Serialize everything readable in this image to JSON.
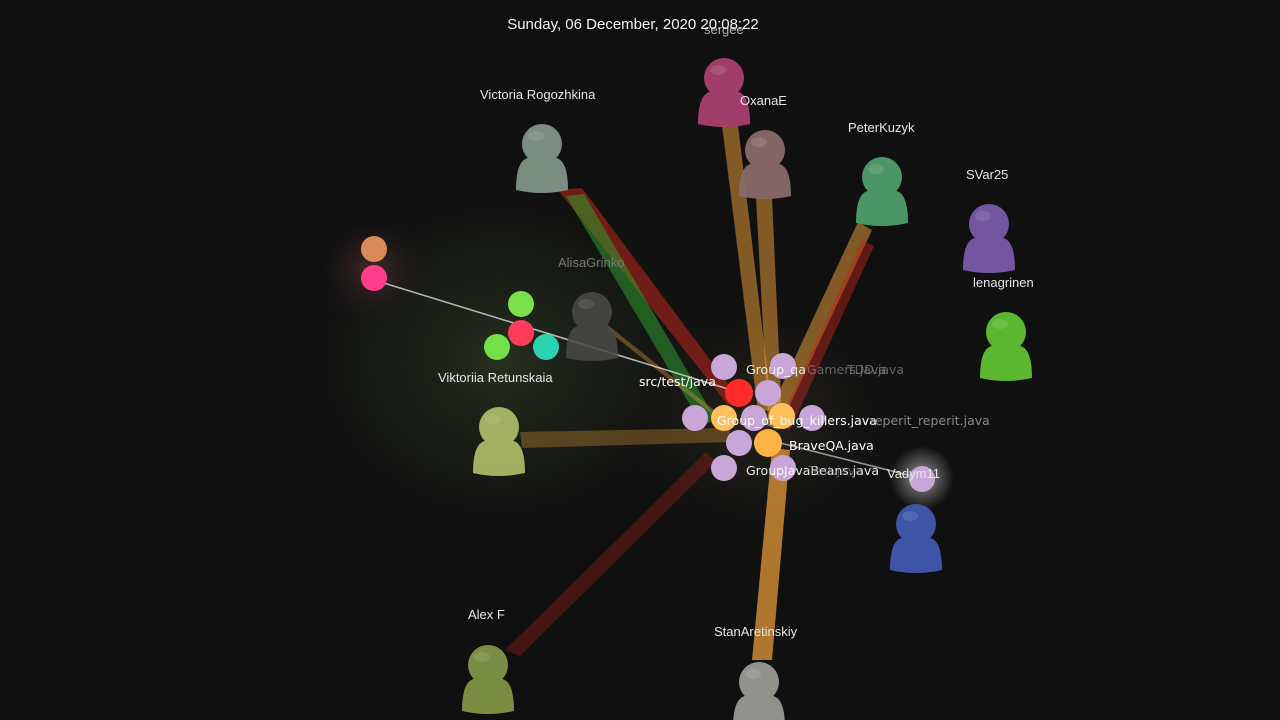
{
  "timestamp": "Sunday, 06 December, 2020 20:08:22",
  "users": {
    "sergee": "sergee",
    "oxana": "OxanaE",
    "victoria_r": "Victoria Rogozhkina",
    "peter": "PeterKuzyk",
    "svar": "SVar25",
    "lenagrinen": "lenagrinen",
    "alisa": "AlisaGrinko",
    "viktoriia": "Viktoriia Retunskaia",
    "vadym": "Vadym11",
    "alex": "Alex F",
    "stan": "StanAretinskiy"
  },
  "files": {
    "src_test_java": "src/test/java",
    "group_qa_test": "Group_qa",
    "gamers": "Gamers.java",
    "tdd": "TDD.java",
    "bug_killers": "Group_of_bug_killers.java",
    "reperit": "reperit_reperit.java",
    "brave_qa": "BraveQA.java",
    "java_beans": "GroupJavaBeans.java",
    "test_java": "Test.java"
  },
  "colors": {
    "background": "#101010",
    "beam_red": "#c0251c",
    "beam_orange": "#f3a33a",
    "beam_green": "#2f9a2e",
    "file_node": "#c8a6d8",
    "file_node_active": "#ff2a2a",
    "file_node_highlight": "#ffb347"
  },
  "icons": {
    "user": "person-avatar-icon",
    "file": "file-node-icon"
  }
}
